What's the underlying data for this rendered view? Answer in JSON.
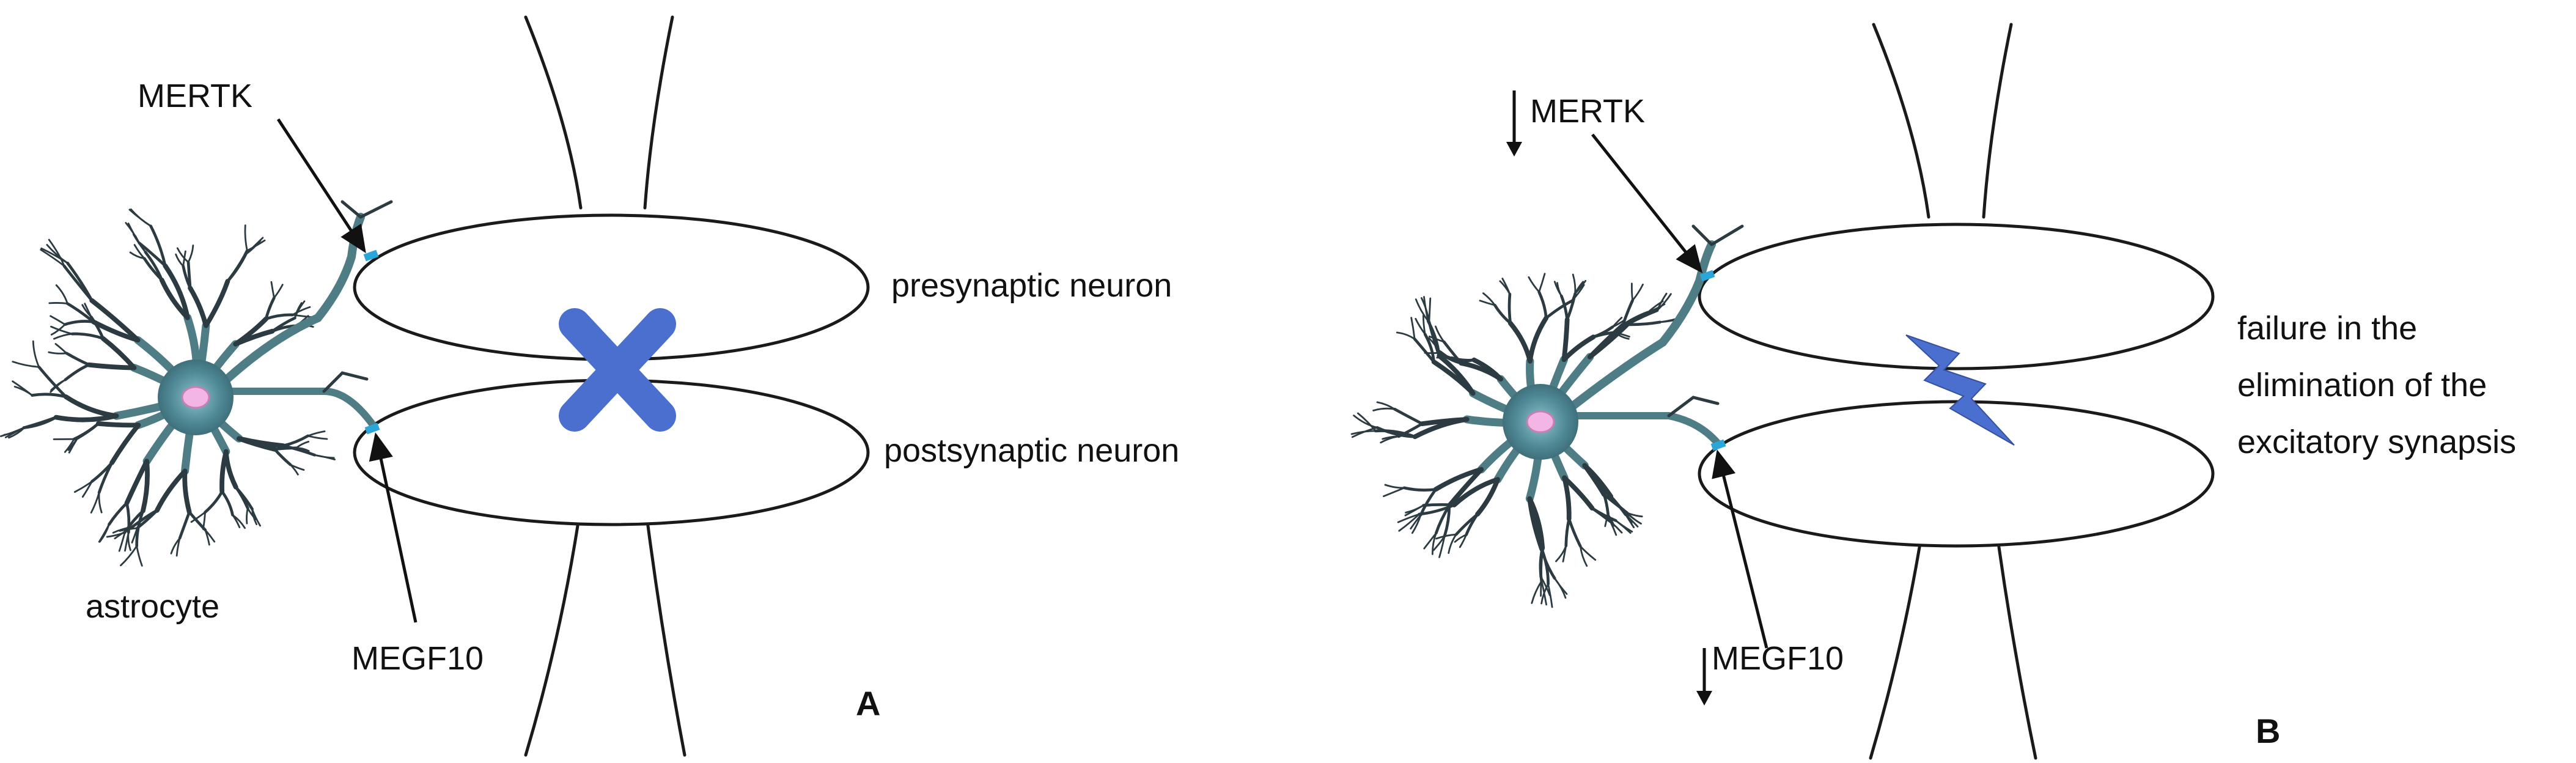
{
  "colors": {
    "astrocyte_body": "#4f8a96",
    "astrocyte_dark": "#2c3b42",
    "nucleus": "#f3b6e4",
    "receptor": "#2aa6d9",
    "marker_blue": "#4a6fcf",
    "outline": "#1a1a1a"
  },
  "icons": {
    "block": "x-mark-icon",
    "failure": "lightning-bolt-icon",
    "decrease": "down-arrow-icon"
  },
  "panel_a": {
    "letter": "A",
    "labels": {
      "mertk": "MERTK",
      "megf10": "MEGF10",
      "presynaptic": "presynaptic neuron",
      "postsynaptic": "postsynaptic neuron",
      "astrocyte": "astrocyte"
    }
  },
  "panel_b": {
    "letter": "B",
    "labels": {
      "mertk": "MERTK",
      "megf10": "MEGF10",
      "failure_line1": "failure in the",
      "failure_line2": "elimination of the",
      "failure_line3": "excitatory synapsis"
    }
  }
}
